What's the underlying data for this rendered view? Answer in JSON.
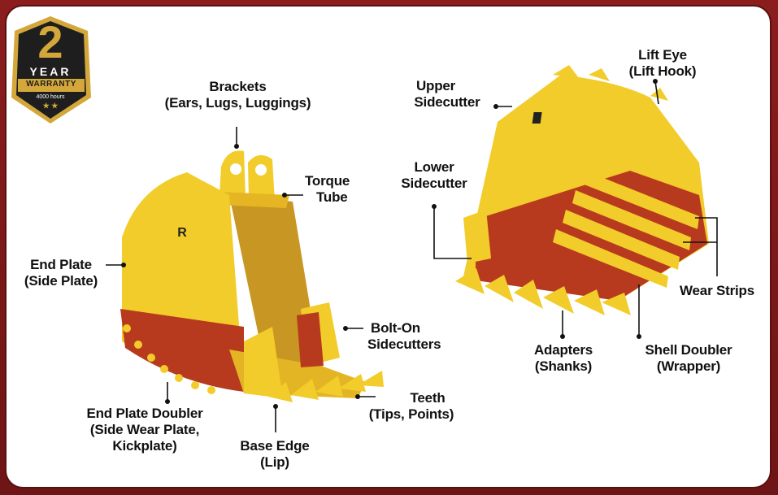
{
  "badge": {
    "number": "2",
    "year": "YEAR",
    "warranty": "WARRANTY",
    "hours": "4000 hours",
    "stars": "★ ★"
  },
  "bucket_logo": "R",
  "labels": {
    "brackets": [
      "Brackets",
      "(Ears, Lugs, Luggings)"
    ],
    "torque_tube": [
      "Torque",
      "Tube"
    ],
    "end_plate": [
      "End Plate",
      "(Side Plate)"
    ],
    "bolt_on": [
      "Bolt-On",
      "Sidecutters"
    ],
    "teeth": [
      "Teeth",
      "(Tips, Points)"
    ],
    "end_plate_doubler": [
      "End Plate Doubler",
      "(Side Wear Plate,",
      "Kickplate)"
    ],
    "base_edge": [
      "Base Edge",
      "(Lip)"
    ],
    "upper_sidecutter": [
      "Upper",
      "Sidecutter"
    ],
    "lower_sidecutter": [
      "Lower",
      "Sidecutter"
    ],
    "lift_eye": [
      "Lift Eye",
      "(Lift Hook)"
    ],
    "wear_strips": [
      "Wear Strips"
    ],
    "adapters": [
      "Adapters",
      "(Shanks)"
    ],
    "shell_doubler": [
      "Shell Doubler",
      "(Wrapper)"
    ]
  },
  "colors": {
    "frame": "#7a1818",
    "bucket_yellow": "#f2cc2a",
    "bucket_shadow": "#d9a91c",
    "wear_red": "#b83a1e",
    "badge_dark": "#1e1e1e",
    "badge_gold": "#d4a73a"
  }
}
